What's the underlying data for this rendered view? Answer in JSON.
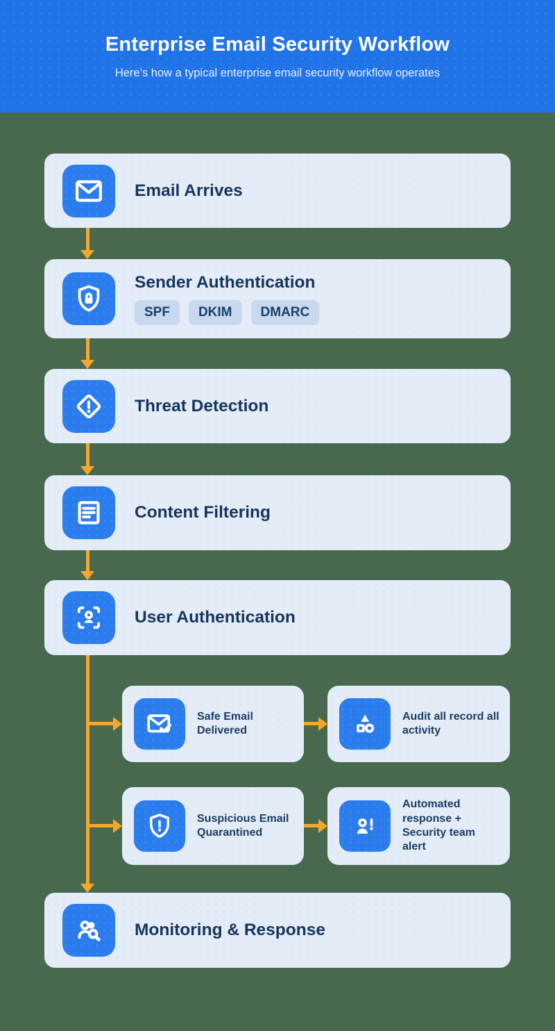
{
  "theme": {
    "header_bg": "#2174e8",
    "page_bg": "#48694e",
    "card_bg": "#e3ecf7",
    "tile_bg": "#2b7ded",
    "chip_bg": "#c7d8f0",
    "chip_text": "#1d3f66",
    "title_color": "#16355d",
    "mini_text": "#1b3c63",
    "arrow_color": "#f7a82a",
    "subtitle_color": "#e8f1ff"
  },
  "header": {
    "title": "Enterprise Email Security Workflow",
    "subtitle": "Here’s how a typical enterprise email security workflow operates"
  },
  "steps": [
    {
      "title": "Email Arrives",
      "icon": "mail-icon"
    },
    {
      "title": "Sender Authentication",
      "icon": "shield-lock-icon",
      "tags": [
        "SPF",
        "DKIM",
        "DMARC"
      ]
    },
    {
      "title": "Threat Detection",
      "icon": "diamond-alert-icon"
    },
    {
      "title": "Content Filtering",
      "icon": "document-lines-icon"
    },
    {
      "title": "User Authentication",
      "icon": "face-scan-icon"
    }
  ],
  "branches": [
    {
      "left": {
        "label": "Safe Email Delivered",
        "icon": "mail-check-icon"
      },
      "right": {
        "label": "Audit all record all activity",
        "icon": "audit-shapes-icon"
      }
    },
    {
      "left": {
        "label": "Suspicious Email Quarantined",
        "icon": "shield-alert-icon"
      },
      "right": {
        "label": "Automated response + Security team alert",
        "icon": "user-alert-icon"
      }
    }
  ],
  "final_step": {
    "title": "Monitoring & Response",
    "icon": "people-search-icon"
  }
}
